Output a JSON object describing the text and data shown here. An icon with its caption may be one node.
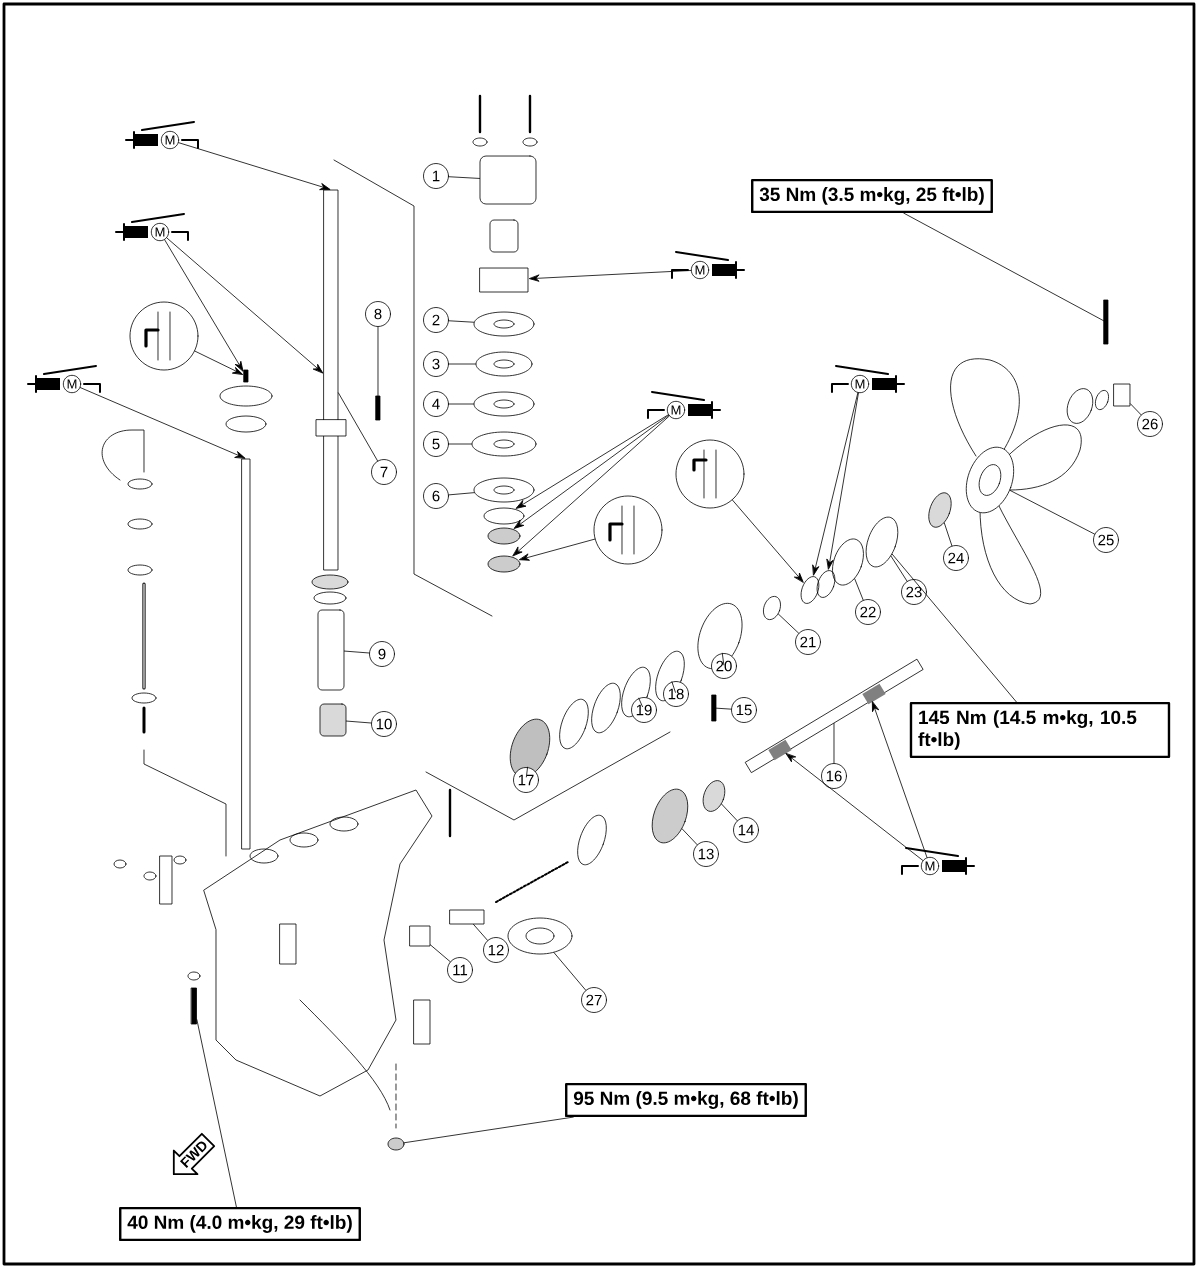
{
  "diagram": {
    "nodes": [
      {
        "text": [
          "1"
        ]
      },
      {
        "text": [
          "2"
        ]
      },
      {
        "text": [
          "3"
        ]
      },
      {
        "text": [
          "4"
        ]
      },
      {
        "text": [
          "5"
        ]
      },
      {
        "text": [
          "6"
        ]
      },
      {
        "text": [
          "7"
        ]
      },
      {
        "text": [
          "8"
        ]
      },
      {
        "text": [
          "9"
        ]
      },
      {
        "text": [
          "10"
        ]
      },
      {
        "text": [
          "11"
        ]
      },
      {
        "text": [
          "12"
        ]
      },
      {
        "text": [
          "13"
        ]
      },
      {
        "text": [
          "14"
        ]
      },
      {
        "text": [
          "15"
        ]
      },
      {
        "text": [
          "16"
        ]
      },
      {
        "text": [
          "17"
        ]
      },
      {
        "text": [
          "18"
        ]
      },
      {
        "text": [
          "19"
        ]
      },
      {
        "text": [
          "20"
        ]
      },
      {
        "text": [
          "21"
        ]
      },
      {
        "text": [
          "22"
        ]
      },
      {
        "text": [
          "23"
        ]
      },
      {
        "text": [
          "24"
        ]
      },
      {
        "text": [
          "25"
        ]
      },
      {
        "text": [
          "26"
        ]
      },
      {
        "text": [
          "27"
        ]
      },
      {
        "text": [
          "35 Nm (3.5 m•kg, 25 ft•lb)"
        ]
      },
      {
        "text": [
          "145 Nm (14.5 m•kg, 10.5 ft•lb)"
        ]
      },
      {
        "text": [
          "95 Nm (9.5 m•kg, 68 ft•lb)"
        ]
      },
      {
        "text": [
          "40 Nm (4.0 m•kg, 29 ft•lb)"
        ]
      },
      {
        "text": [
          "M"
        ]
      },
      {
        "text": [
          "M"
        ]
      },
      {
        "text": [
          "M"
        ]
      },
      {
        "text": [
          "M"
        ]
      },
      {
        "text": [
          "M"
        ]
      },
      {
        "text": [
          "M"
        ]
      },
      {
        "text": [
          "M"
        ]
      },
      {
        "text": [],
        "shape": "picture"
      },
      {
        "text": [],
        "shape": "picture"
      },
      {
        "text": [],
        "shape": "picture"
      },
      {
        "text": [
          "FWD"
        ]
      },
      {
        "text": [],
        "shape": "box"
      },
      {
        "text": [],
        "shape": "picture"
      },
      {
        "text": [],
        "shape": "picture"
      },
      {
        "text": [],
        "shape": "picture"
      },
      {
        "text": [],
        "shape": "picture"
      },
      {
        "text": [],
        "shape": "picture"
      },
      {
        "text": [],
        "shape": "picture"
      },
      {
        "text": [],
        "shape": "bar"
      },
      {
        "text": [],
        "shape": "box"
      },
      {
        "text": [],
        "shape": "box"
      },
      {
        "text": [],
        "shape": "box"
      },
      {
        "text": [],
        "shape": "box"
      },
      {
        "text": [],
        "shape": "ellipse"
      },
      {
        "text": [],
        "shape": "ellipse"
      },
      {
        "text": [],
        "shape": "bar"
      },
      {
        "text": [],
        "shape": "picture"
      },
      {
        "text": [],
        "shape": "ellipse"
      },
      {
        "text": [],
        "shape": "ellipse"
      },
      {
        "text": [],
        "shape": "ellipse"
      },
      {
        "text": [],
        "shape": "ellipse"
      },
      {
        "text": [],
        "shape": "ellipse"
      },
      {
        "text": [],
        "shape": "ellipse"
      },
      {
        "text": [],
        "shape": "ellipse"
      },
      {
        "text": [],
        "shape": "ellipse"
      },
      {
        "text": [],
        "shape": "picture"
      },
      {
        "text": [],
        "shape": "box"
      },
      {
        "text": [],
        "shape": "picture"
      },
      {
        "text": [],
        "shape": "bar"
      },
      {
        "text": [],
        "shape": "ellipse"
      },
      {
        "text": [],
        "shape": "bar"
      },
      {
        "text": [],
        "shape": "bar"
      },
      {
        "text": [],
        "shape": "box"
      },
      {
        "text": [],
        "shape": "box"
      },
      {
        "text": [],
        "shape": "ellipse"
      },
      {
        "text": [],
        "shape": "ellipse"
      },
      {
        "text": [],
        "shape": "ellipse"
      },
      {
        "text": [],
        "shape": "ellipse"
      },
      {
        "text": [],
        "shape": "ellipse"
      },
      {
        "text": [],
        "shape": "ellipse"
      },
      {
        "text": [],
        "shape": "ellipse"
      },
      {
        "text": [],
        "shape": "ellipse"
      },
      {
        "text": [],
        "shape": "ellipse"
      },
      {
        "text": [],
        "shape": "ellipse"
      },
      {
        "text": [],
        "shape": "ellipse"
      },
      {
        "text": [],
        "shape": "ellipse"
      },
      {
        "text": [],
        "shape": "ellipse"
      },
      {
        "text": [],
        "shape": "ellipse"
      },
      {
        "text": [],
        "shape": "box"
      },
      {
        "text": [],
        "shape": "box"
      },
      {
        "text": [],
        "shape": "box"
      },
      {
        "text": [],
        "shape": "box"
      }
    ],
    "edges": [
      {
        "from": 0,
        "to": 42,
        "arrow": "none"
      },
      {
        "from": 1,
        "to": 43,
        "arrow": "none"
      },
      {
        "from": 2,
        "to": 44,
        "arrow": "none"
      },
      {
        "from": 3,
        "to": 45,
        "arrow": "none"
      },
      {
        "from": 4,
        "to": 46,
        "arrow": "none"
      },
      {
        "from": 5,
        "to": 47,
        "arrow": "none"
      },
      {
        "from": 6,
        "to": 48,
        "arrow": "none"
      },
      {
        "from": 7,
        "to": 49,
        "arrow": "none"
      },
      {
        "from": 8,
        "to": 50,
        "arrow": "none"
      },
      {
        "from": 9,
        "to": 51,
        "arrow": "none"
      },
      {
        "from": 10,
        "to": 52,
        "arrow": "none"
      },
      {
        "from": 11,
        "to": 53,
        "arrow": "none"
      },
      {
        "from": 12,
        "to": 54,
        "arrow": "none"
      },
      {
        "from": 13,
        "to": 55,
        "arrow": "none"
      },
      {
        "from": 14,
        "to": 56,
        "arrow": "none"
      },
      {
        "from": 15,
        "to": 57,
        "arrow": "none"
      },
      {
        "from": 16,
        "to": 58,
        "arrow": "none"
      },
      {
        "from": 17,
        "to": 59,
        "arrow": "none"
      },
      {
        "from": 18,
        "to": 60,
        "arrow": "none"
      },
      {
        "from": 19,
        "to": 61,
        "arrow": "none"
      },
      {
        "from": 20,
        "to": 62,
        "arrow": "none"
      },
      {
        "from": 21,
        "to": 63,
        "arrow": "none"
      },
      {
        "from": 22,
        "to": 64,
        "arrow": "none"
      },
      {
        "from": 23,
        "to": 65,
        "arrow": "none"
      },
      {
        "from": 24,
        "to": 66,
        "arrow": "none"
      },
      {
        "from": 25,
        "to": 67,
        "arrow": "none"
      },
      {
        "from": 26,
        "to": 68,
        "arrow": "none"
      },
      {
        "from": 27,
        "to": 69,
        "arrow": "none"
      },
      {
        "from": 28,
        "to": 64,
        "arrow": "none"
      },
      {
        "from": 29,
        "to": 70,
        "arrow": "none"
      },
      {
        "from": 30,
        "to": 71,
        "arrow": "none"
      },
      {
        "from": 31,
        "to": 48,
        "arrow": "to"
      },
      {
        "from": 32,
        "to": 72,
        "arrow": "to"
      },
      {
        "from": 32,
        "to": 48,
        "arrow": "to"
      },
      {
        "from": 33,
        "to": 73,
        "arrow": "to"
      },
      {
        "from": 34,
        "to": 74,
        "arrow": "to"
      },
      {
        "from": 35,
        "to": 75,
        "arrow": "to"
      },
      {
        "from": 35,
        "to": 76,
        "arrow": "to"
      },
      {
        "from": 35,
        "to": 77,
        "arrow": "to"
      },
      {
        "from": 36,
        "to": 78,
        "arrow": "to"
      },
      {
        "from": 36,
        "to": 79,
        "arrow": "to"
      },
      {
        "from": 37,
        "to": 57,
        "arrow": "to"
      },
      {
        "from": 37,
        "to": 57,
        "arrow": "to"
      },
      {
        "from": 38,
        "to": 72,
        "arrow": "to"
      },
      {
        "from": 39,
        "to": 78,
        "arrow": "to"
      },
      {
        "from": 40,
        "to": 77,
        "arrow": "to"
      }
    ]
  }
}
